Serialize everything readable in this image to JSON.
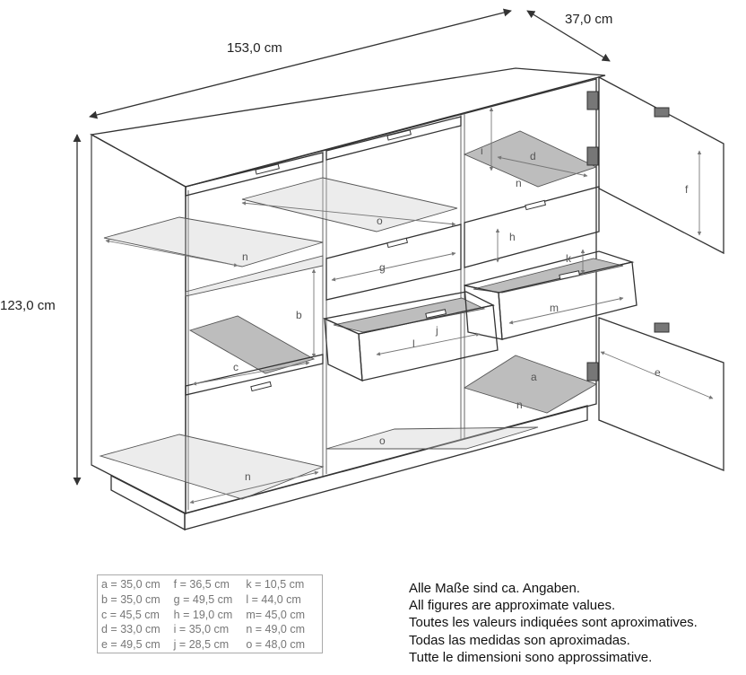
{
  "dimensions": {
    "width": "153,0 cm",
    "depth": "37,0 cm",
    "height": "123,0 cm"
  },
  "labels": [
    "a",
    "b",
    "c",
    "d",
    "e",
    "f",
    "g",
    "h",
    "i",
    "j",
    "k",
    "l",
    "m",
    "n",
    "o"
  ],
  "legend": {
    "rows": [
      [
        "a = 35,0 cm",
        "f  = 36,5 cm",
        "k = 10,5 cm"
      ],
      [
        "b = 35,0 cm",
        "g = 49,5 cm",
        "l  = 44,0 cm"
      ],
      [
        "c = 45,5 cm",
        "h = 19,0 cm",
        "m= 45,0 cm"
      ],
      [
        "d = 33,0 cm",
        "i  = 35,0 cm",
        "n = 49,0 cm"
      ],
      [
        "e = 49,5 cm",
        "j  = 28,5 cm",
        "o = 48,0 cm"
      ]
    ]
  },
  "notes": [
    "Alle Maße sind ca. Angaben.",
    "All figures are approximate values.",
    "Toutes les valeurs indiquées sont aproximatives.",
    "Todas las medidas son aproximadas.",
    "Tutte le dimensioni sono approssimative."
  ]
}
